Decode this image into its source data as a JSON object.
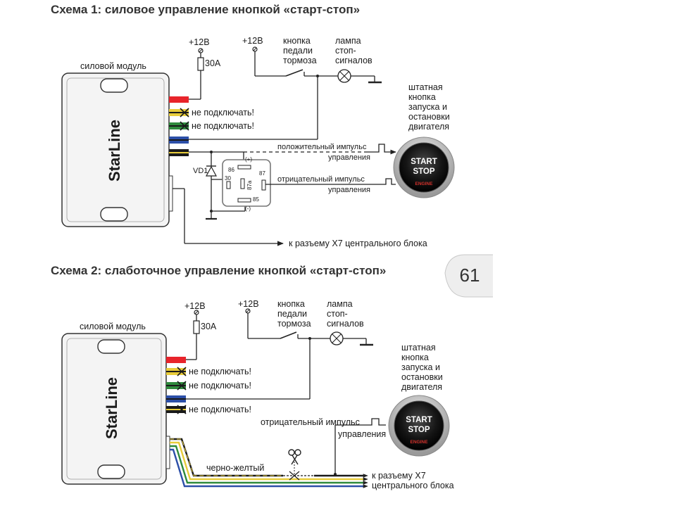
{
  "scheme1": {
    "title": "Схема 1:  силовое  управление кнопкой «старт-стоп»",
    "module_label": "силовой модуль",
    "brand": "StarLine",
    "fuse_voltage": "+12В",
    "fuse_rating": "30А",
    "brake_voltage": "+12В",
    "brake_label": [
      "кнопка",
      "педали",
      "тормоза"
    ],
    "lamp_label": [
      "лампа",
      "стоп-",
      "сигналов"
    ],
    "button_label": [
      "штатная",
      "кнопка",
      "запуска и",
      "остановки",
      "двигателя"
    ],
    "not_connect_1": "не подключать!",
    "not_connect_2": "не подключать!",
    "positive_pulse": [
      "положительный импульс",
      "управления"
    ],
    "negative_pulse": [
      "отрицательный импульс",
      "управления"
    ],
    "diode_label": "VD1",
    "relay": {
      "p86": "86",
      "p87": "87",
      "p30": "30",
      "p87a": "87а",
      "p85": "85",
      "plus": "(+)",
      "minus": "(-)"
    },
    "x7_label": "к разъему Х7 центрального блока"
  },
  "scheme2": {
    "title": "Схема 2:  слаботочное управление кнопкой «старт-стоп»",
    "module_label": "силовой модуль",
    "brand": "StarLine",
    "fuse_voltage": "+12В",
    "fuse_rating": "30А",
    "brake_voltage": "+12В",
    "brake_label": [
      "кнопка",
      "педали",
      "тормоза"
    ],
    "lamp_label": [
      "лампа",
      "стоп-",
      "сигналов"
    ],
    "button_label": [
      "штатная",
      "кнопка",
      "запуска и",
      "остановки",
      "двигателя"
    ],
    "not_connect_1": "не подключать!",
    "not_connect_2": "не подключать!",
    "not_connect_3": "не подключать!",
    "negative_pulse": [
      "отрицательный импульс",
      "управления"
    ],
    "cut_wire_label": "черно-желтый",
    "x7_label": [
      "к разъему Х7",
      "центрального блока"
    ]
  },
  "start_button": {
    "line1": "START",
    "line2": "STOP",
    "engine": "ENGINE"
  },
  "page_number": "61",
  "colors": {
    "red": "#e8242b",
    "yellow": "#e8cc3a",
    "green": "#2f8a3c",
    "blue": "#2c4fa8",
    "black": "#1a1a1a",
    "engine_red": "#d0302a"
  },
  "icons": [
    "scissors-icon",
    "fuse-icon",
    "lamp-icon",
    "diode-icon",
    "relay-icon",
    "brake-switch-icon"
  ]
}
